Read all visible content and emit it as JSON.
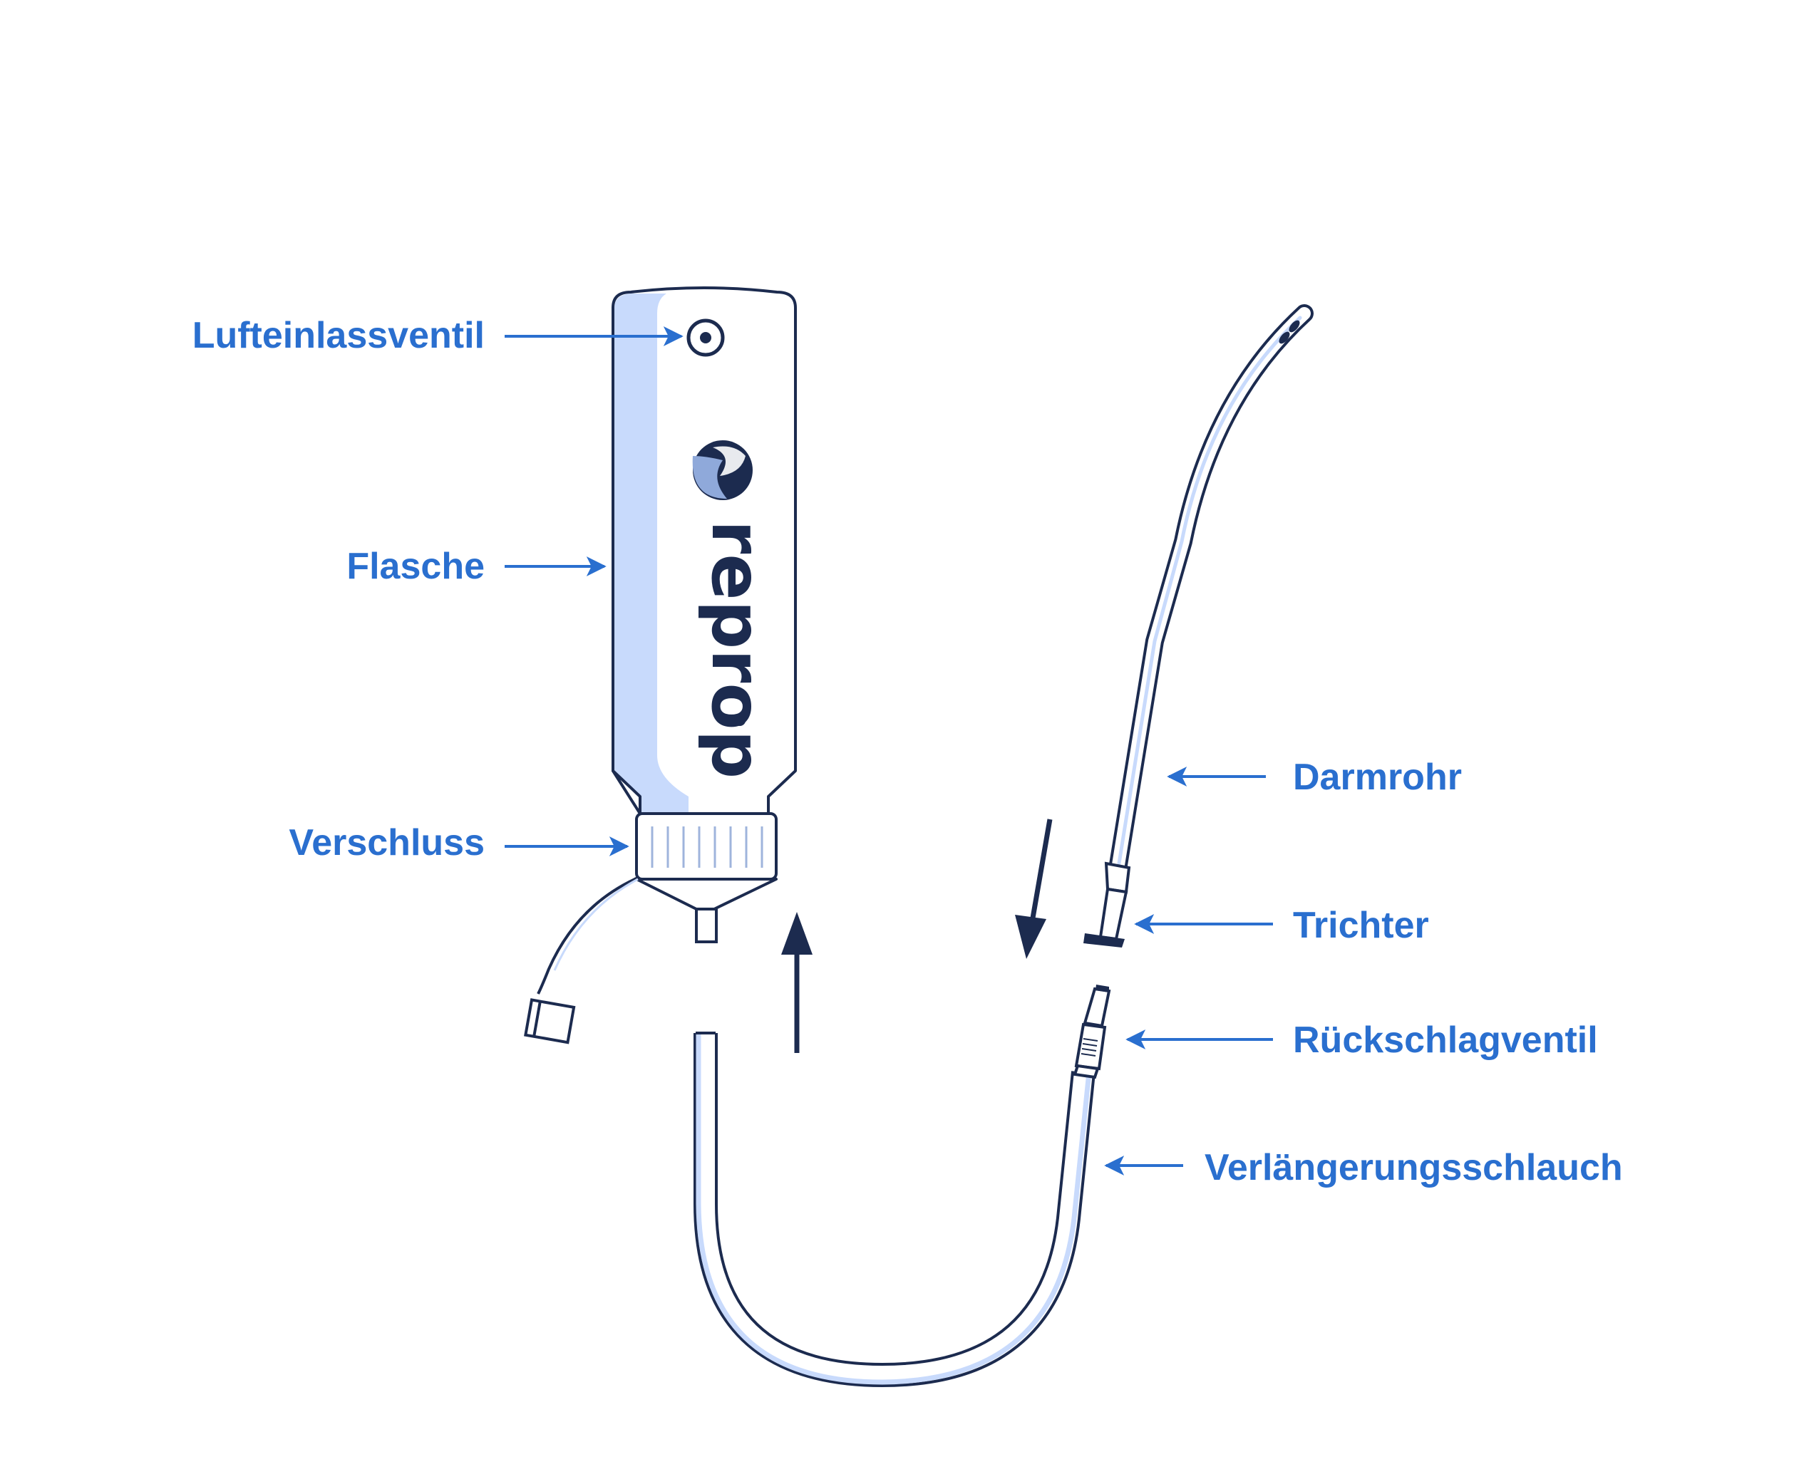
{
  "colors": {
    "label": "#2a6fcf",
    "outline": "#1c2b4f",
    "fill_light": "#c8dafc",
    "fill_mid": "#8fa9da",
    "background": "#ffffff"
  },
  "product": {
    "brand": "reprop",
    "trademark": "®"
  },
  "labels": {
    "air_valve": "Lufteinlassventil",
    "bottle": "Flasche",
    "cap": "Verschluss",
    "rectal_tube": "Darmrohr",
    "funnel": "Trichter",
    "check_valve": "Rückschlagventil",
    "extension_tube": "Verlängerungsschlauch"
  },
  "icons": {
    "logo": "reprop-logo-icon",
    "air_valve": "air-valve-icon",
    "flow_up": "arrow-up-icon",
    "flow_down": "arrow-down-icon"
  }
}
